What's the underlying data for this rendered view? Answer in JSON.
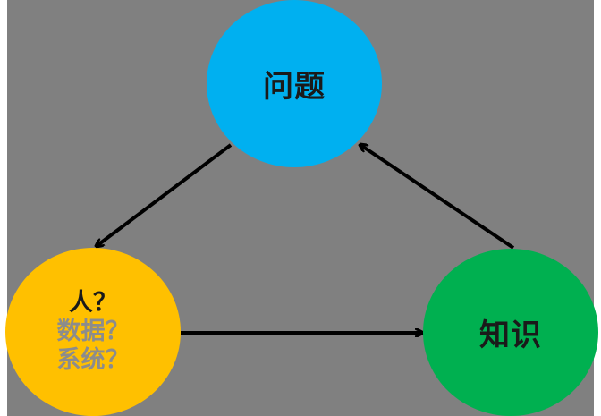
{
  "nodes": {
    "problem": {
      "label": "问题",
      "color": "#00b0f0"
    },
    "people": {
      "lines": [
        "人？",
        "数据？",
        "系统？"
      ],
      "color": "#ffc000",
      "line_colors": [
        "#1a1a1a",
        "#8c8c8c",
        "#8c8c8c"
      ]
    },
    "knowledge": {
      "label": "知识",
      "color": "#00b050"
    }
  },
  "edges": [
    {
      "from": "problem",
      "to": "people"
    },
    {
      "from": "people",
      "to": "knowledge"
    },
    {
      "from": "knowledge",
      "to": "problem"
    }
  ],
  "colors": {
    "background": "#808080",
    "arrow": "#000000"
  }
}
